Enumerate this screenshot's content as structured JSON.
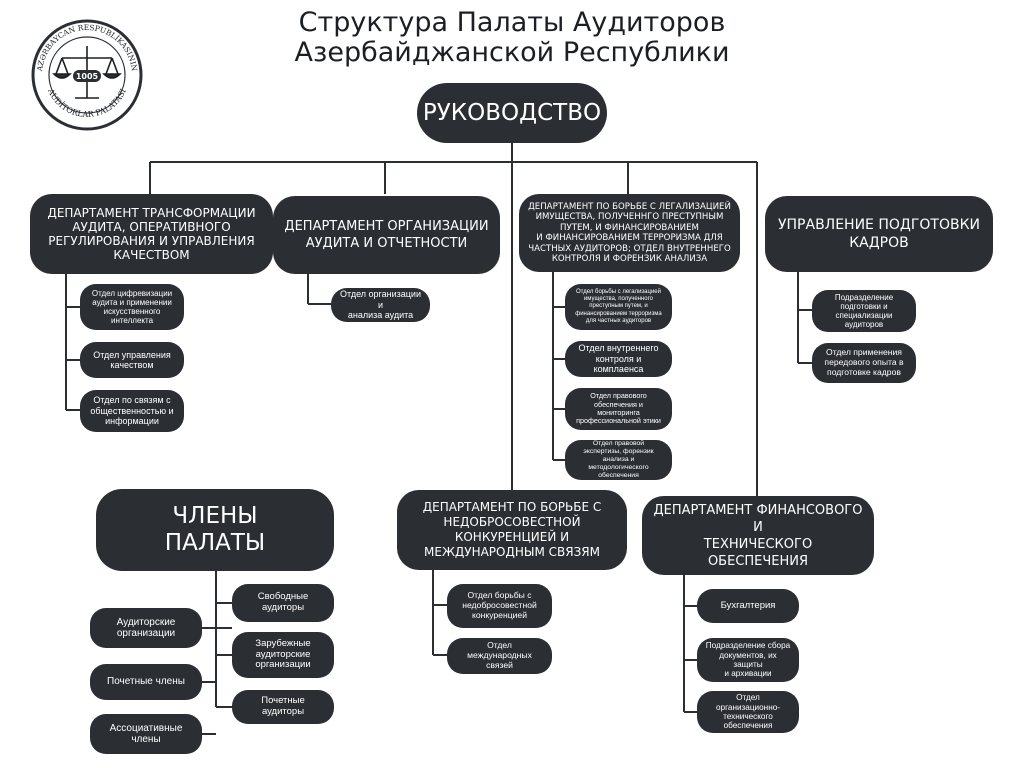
{
  "title": {
    "line1": "Структура Палаты Аудиторов",
    "line2": "Азербайджанской Республики"
  },
  "logo": {
    "top_text": "AZƏRBAYCAN RESPUBLİKASININ",
    "bottom_text": "AUDİTORLAR PALATASI",
    "year": "1005",
    "icon": "scales-seal-logo"
  },
  "colors": {
    "box": "#2b2e33",
    "line": "#2b2e33",
    "text_light": "#ffffff",
    "text_dark": "#1b1f24"
  },
  "root": {
    "label": "РУКОВОДСТВО"
  },
  "dept_transform": {
    "label": "ДЕПАРТАМЕНТ ТРАНСФОРМАЦИИ\nАУДИТА, ОПЕРАТИВНОГО\nРЕГУЛИРОВАНИЯ И УПРАВЛЕНИЯ\nКАЧЕСТВОМ",
    "units": [
      "Отдел цифревизации\nаудита и применении\nискусственного\nинтеллекта",
      "Отдел управления\nкачеством",
      "Отдел по связям с\nобщественностью и\nинформации"
    ]
  },
  "dept_org": {
    "label": "ДЕПАРТАМЕНТ ОРГАНИЗАЦИИ\nАУДИТА И ОТЧЕТНОСТИ",
    "units": [
      "Отдел организации и\nанализа аудита"
    ]
  },
  "dept_aml": {
    "label": "ДЕПАРТАМЕНТ ПО БОРЬБЕ С ЛЕГАЛИЗАЦИЕЙ\nИМУЩЕСТВА, ПОЛУЧЕННГО ПРЕСТУПНЫМ\nПУТЕМ, И ФИНАНСИРОВАНИЕМ\nИ ФИНАНСИРОВАНИЕМ ТЕРРОРИЗМА ДЛЯ\nЧАСТНЫХ АУДИТОРОВ; ОТДЕЛ ВНУТРЕННЕГО\nКОНТРОЛЯ И ФОРЕНЗИК АНАЛИЗА",
    "units": [
      "Отдел борьбы с легализацией\nимущества, полученного\nпреступным путем, и\nфинансированием терроризма\nдля частных аудиторов",
      "Отдел внутреннего\nконтроля и комплаенса",
      "Отдел правового\nобеспечения и\nмониторинга\nпрофессиональной этики",
      "Отдел правовой\nэкспертизы, форензик\nанализа и методологического\nобеспечения"
    ]
  },
  "dept_training": {
    "label": "УПРАВЛЕНИЕ ПОДГОТОВКИ\nКАДРОВ",
    "units": [
      "Подразделение\nподготовки и\nспециализации\nаудиторов",
      "Отдел применения\nпередового опыта в\nподготовке кадров"
    ]
  },
  "dept_compet": {
    "label": "ДЕПАРТАМЕНТ ПО БОРЬБЕ С\nНЕДОБРОСОВЕСТНОЙ\nКОНКУРЕНЦИЕЙ И\nМЕЖДУНАРОДНЫМ СВЯЗЯМ",
    "units": [
      "Отдел борьбы с\nнедобросовестной\nконкуренцией",
      "Отдел международных\nсвязей"
    ]
  },
  "dept_finance": {
    "label": "ДЕПАРТАМЕНТ ФИНАНСОВОГО И\nТЕХНИЧЕСКОГО ОБЕСПЕЧЕНИЯ",
    "units": [
      "Бухгалтерия",
      "Подразделение сбора\nдокументов, их защиты\nи архивации",
      "Отдел организационно-\nтехнического\nобеспечения"
    ]
  },
  "members": {
    "label": "ЧЛЕНЫ\nПАЛАТЫ",
    "left": [
      "Аудиторские\nорганизации",
      "Почетные члены",
      "Ассоциативные\nчлены"
    ],
    "right": [
      "Свободные\nаудиторы",
      "Зарубежные\nаудиторские\nорганизации",
      "Почетные аудиторы"
    ]
  }
}
